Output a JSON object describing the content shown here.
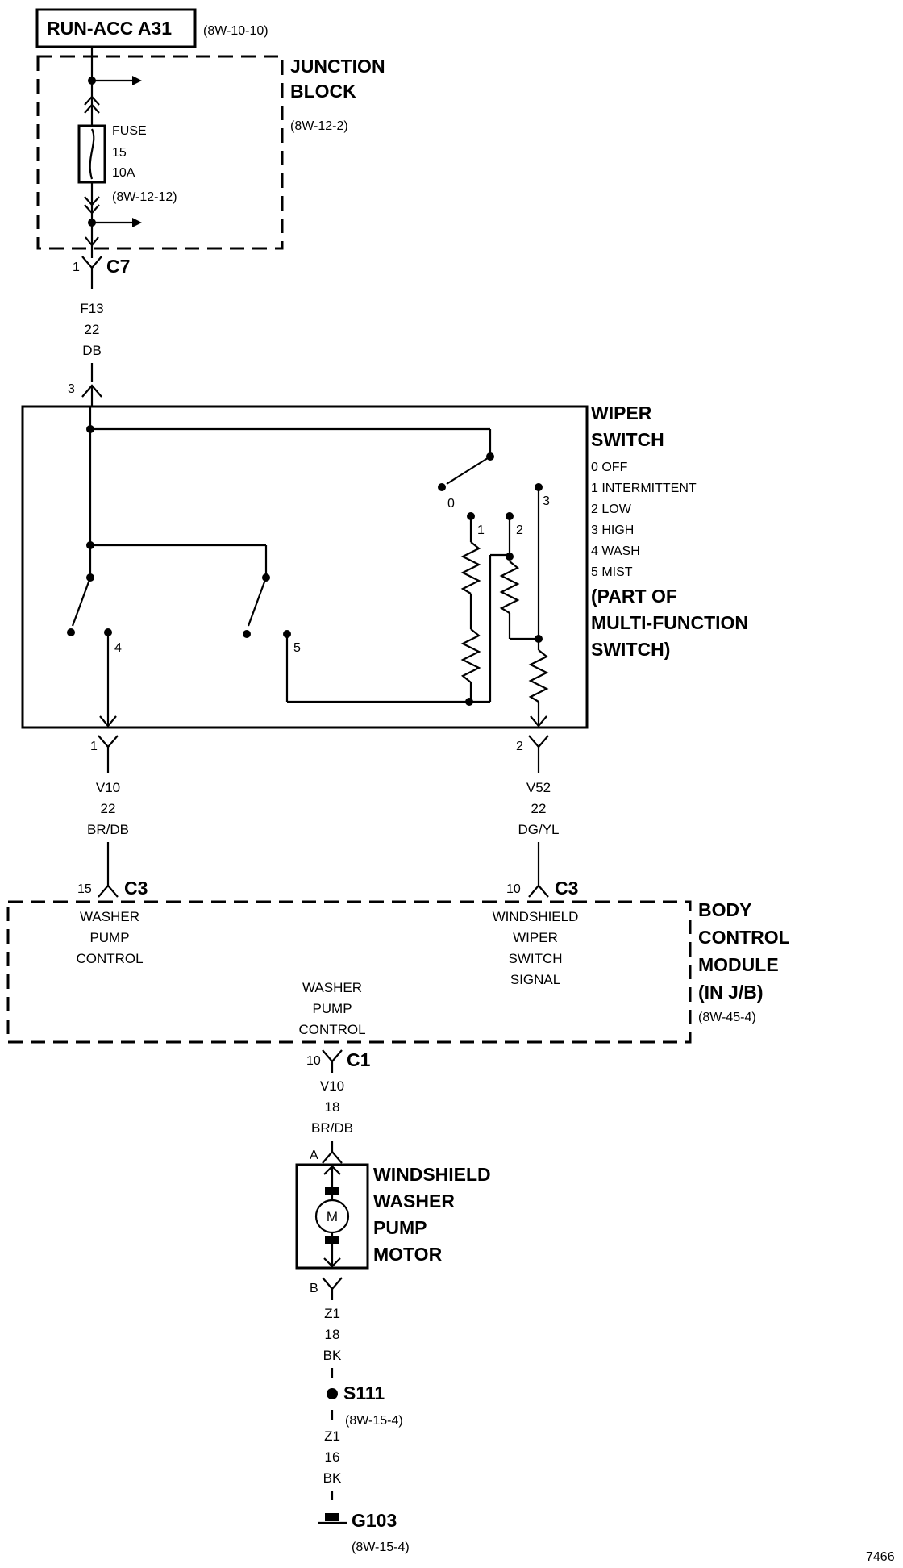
{
  "source": {
    "name": "RUN-ACC A31",
    "ref": "(8W-10-10)"
  },
  "junction_block": {
    "title_1": "JUNCTION",
    "title_2": "BLOCK",
    "ref": "(8W-12-2)",
    "fuse_l1": "FUSE",
    "fuse_l2": "15",
    "fuse_l3": "10A",
    "fuse_l4": "(8W-12-12)"
  },
  "conn_c7": {
    "pin": "1",
    "name": "C7"
  },
  "wire_f13": {
    "circuit": "F13",
    "gauge": "22",
    "color": "DB"
  },
  "switch_pin3": "3",
  "wiper_switch": {
    "title_1": "WIPER",
    "title_2": "SWITCH",
    "positions": [
      "0 OFF",
      "1 INTERMITTENT",
      "2 LOW",
      "3 HIGH",
      "4 WASH",
      "5 MIST"
    ],
    "note_1": "(PART OF",
    "note_2": "MULTI-FUNCTION",
    "note_3": "SWITCH)",
    "contact_labels": {
      "p0": "0",
      "p1": "1",
      "p2": "2",
      "p3": "3",
      "p4": "4",
      "p5": "5"
    }
  },
  "switch_out_pins": {
    "left": "1",
    "right": "2"
  },
  "wire_v10a": {
    "circuit": "V10",
    "gauge": "22",
    "color": "BR/DB"
  },
  "wire_v52": {
    "circuit": "V52",
    "gauge": "22",
    "color": "DG/YL"
  },
  "bcm_in_left": {
    "pin": "15",
    "name": "C3",
    "l1": "WASHER",
    "l2": "PUMP",
    "l3": "CONTROL"
  },
  "bcm_in_right": {
    "pin": "10",
    "name": "C3",
    "l1": "WINDSHIELD",
    "l2": "WIPER",
    "l3": "SWITCH",
    "l4": "SIGNAL"
  },
  "bcm": {
    "title_1": "BODY",
    "title_2": "CONTROL",
    "title_3": "MODULE",
    "title_4": "(IN J/B)",
    "ref": "(8W-45-4)",
    "out_l1": "WASHER",
    "out_l2": "PUMP",
    "out_l3": "CONTROL"
  },
  "conn_c1": {
    "pin": "10",
    "name": "C1"
  },
  "wire_v10b": {
    "circuit": "V10",
    "gauge": "18",
    "color": "BR/DB"
  },
  "motor": {
    "pin_a": "A",
    "pin_b": "B",
    "symbol": "M",
    "title_1": "WINDSHIELD",
    "title_2": "WASHER",
    "title_3": "PUMP",
    "title_4": "MOTOR"
  },
  "wire_z1a": {
    "circuit": "Z1",
    "gauge": "18",
    "color": "BK"
  },
  "splice": {
    "name": "S111",
    "ref": "(8W-15-4)"
  },
  "wire_z1b": {
    "circuit": "Z1",
    "gauge": "16",
    "color": "BK"
  },
  "ground": {
    "name": "G103",
    "ref": "(8W-15-4)"
  },
  "figure_number": "7466"
}
